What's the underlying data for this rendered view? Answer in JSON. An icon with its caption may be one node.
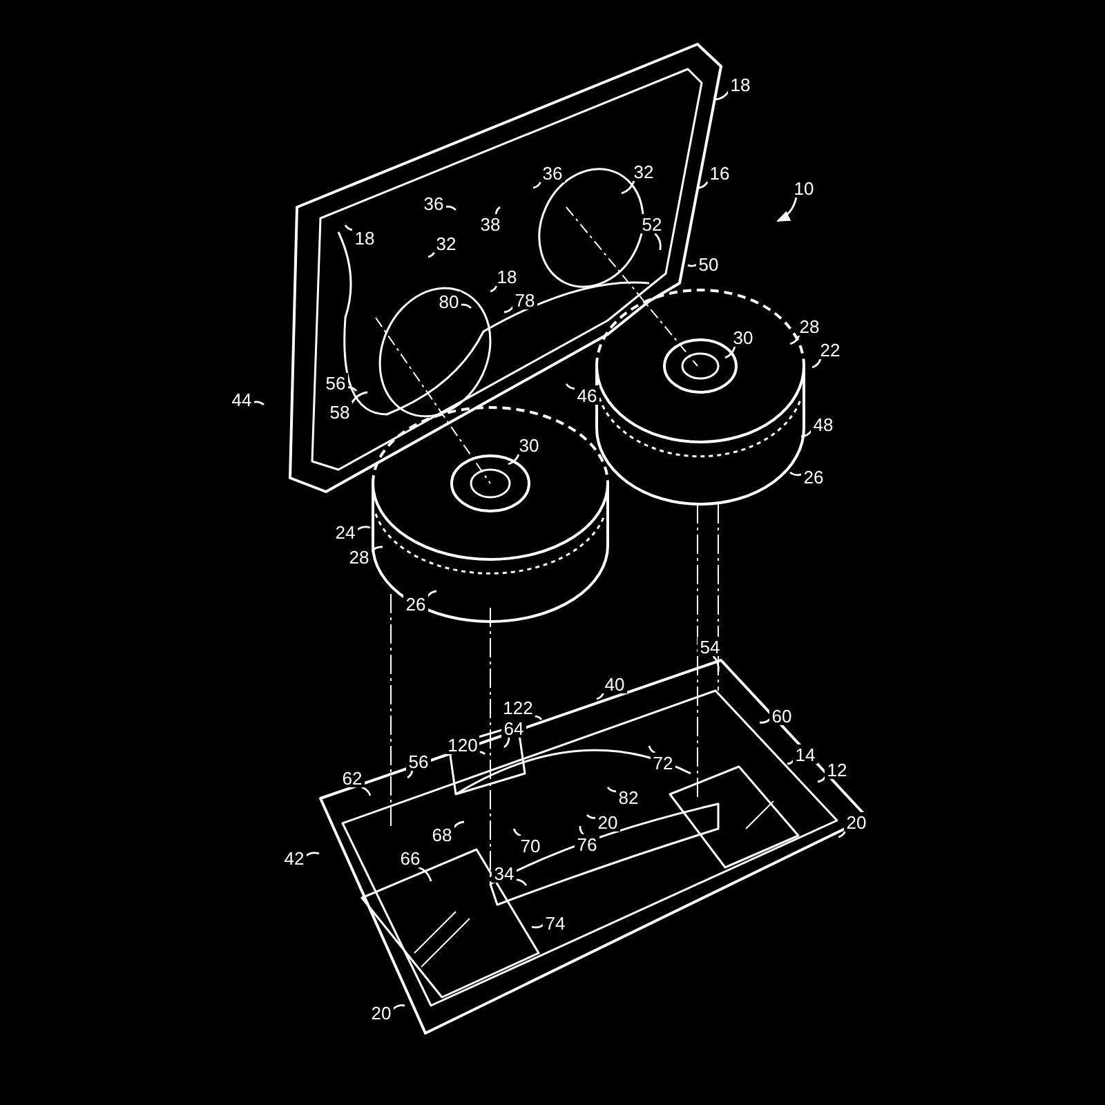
{
  "diagram": {
    "nodes": [
      {
        "text": [
          "18"
        ]
      },
      {
        "text": [
          "36"
        ]
      },
      {
        "text": [
          "32"
        ]
      },
      {
        "text": [
          "16"
        ]
      },
      {
        "text": [
          "10"
        ]
      },
      {
        "text": [
          "36"
        ]
      },
      {
        "text": [
          "38"
        ]
      },
      {
        "text": [
          "18"
        ]
      },
      {
        "text": [
          "32"
        ]
      },
      {
        "text": [
          "52"
        ]
      },
      {
        "text": [
          "18"
        ]
      },
      {
        "text": [
          "80"
        ]
      },
      {
        "text": [
          "78"
        ]
      },
      {
        "text": [
          "50"
        ]
      },
      {
        "text": [
          "28"
        ]
      },
      {
        "text": [
          "30"
        ]
      },
      {
        "text": [
          "22"
        ]
      },
      {
        "text": [
          "56"
        ]
      },
      {
        "text": [
          "44"
        ]
      },
      {
        "text": [
          "46"
        ]
      },
      {
        "text": [
          "58"
        ]
      },
      {
        "text": [
          "48"
        ]
      },
      {
        "text": [
          "30"
        ]
      },
      {
        "text": [
          "24"
        ]
      },
      {
        "text": [
          "28"
        ]
      },
      {
        "text": [
          "26"
        ]
      },
      {
        "text": [
          "26"
        ]
      },
      {
        "text": [
          "54"
        ]
      },
      {
        "text": [
          "40"
        ]
      },
      {
        "text": [
          "122"
        ]
      },
      {
        "text": [
          "64"
        ]
      },
      {
        "text": [
          "60"
        ]
      },
      {
        "text": [
          "120"
        ]
      },
      {
        "text": [
          "56"
        ]
      },
      {
        "text": [
          "72"
        ]
      },
      {
        "text": [
          "14"
        ]
      },
      {
        "text": [
          "62"
        ]
      },
      {
        "text": [
          "12"
        ]
      },
      {
        "text": [
          "82"
        ]
      },
      {
        "text": [
          "68"
        ]
      },
      {
        "text": [
          "20"
        ]
      },
      {
        "text": [
          "76"
        ]
      },
      {
        "text": [
          "70"
        ]
      },
      {
        "text": [
          "20"
        ]
      },
      {
        "text": [
          "42"
        ]
      },
      {
        "text": [
          "66"
        ]
      },
      {
        "text": [
          "34"
        ]
      },
      {
        "text": [
          "74"
        ]
      },
      {
        "text": [
          "20"
        ]
      }
    ],
    "edges": [
      {
        "from": 0,
        "to": null,
        "arrow": "none"
      },
      {
        "from": 1,
        "to": null,
        "arrow": "none"
      },
      {
        "from": 2,
        "to": null,
        "arrow": "none"
      },
      {
        "from": 3,
        "to": null,
        "arrow": "none"
      },
      {
        "from": 4,
        "to": null,
        "arrow": "to"
      },
      {
        "from": 5,
        "to": null,
        "arrow": "none"
      },
      {
        "from": 6,
        "to": null,
        "arrow": "none"
      },
      {
        "from": 7,
        "to": null,
        "arrow": "none"
      },
      {
        "from": 8,
        "to": null,
        "arrow": "none"
      },
      {
        "from": 9,
        "to": null,
        "arrow": "none"
      },
      {
        "from": 10,
        "to": null,
        "arrow": "none"
      },
      {
        "from": 11,
        "to": null,
        "arrow": "none"
      },
      {
        "from": 12,
        "to": null,
        "arrow": "none"
      },
      {
        "from": 13,
        "to": null,
        "arrow": "none"
      },
      {
        "from": 14,
        "to": null,
        "arrow": "none"
      },
      {
        "from": 15,
        "to": null,
        "arrow": "none"
      },
      {
        "from": 16,
        "to": null,
        "arrow": "none"
      },
      {
        "from": 17,
        "to": null,
        "arrow": "none"
      },
      {
        "from": 18,
        "to": null,
        "arrow": "none"
      },
      {
        "from": 19,
        "to": null,
        "arrow": "none"
      },
      {
        "from": 20,
        "to": null,
        "arrow": "none"
      },
      {
        "from": 21,
        "to": null,
        "arrow": "none"
      },
      {
        "from": 22,
        "to": null,
        "arrow": "none"
      },
      {
        "from": 23,
        "to": null,
        "arrow": "none"
      },
      {
        "from": 24,
        "to": null,
        "arrow": "none"
      },
      {
        "from": 25,
        "to": null,
        "arrow": "none"
      },
      {
        "from": 26,
        "to": null,
        "arrow": "none"
      },
      {
        "from": 27,
        "to": null,
        "arrow": "none"
      },
      {
        "from": 28,
        "to": null,
        "arrow": "none"
      },
      {
        "from": 29,
        "to": null,
        "arrow": "none"
      },
      {
        "from": 30,
        "to": null,
        "arrow": "none"
      },
      {
        "from": 31,
        "to": null,
        "arrow": "none"
      },
      {
        "from": 32,
        "to": null,
        "arrow": "none"
      },
      {
        "from": 33,
        "to": null,
        "arrow": "none"
      },
      {
        "from": 34,
        "to": null,
        "arrow": "none"
      },
      {
        "from": 35,
        "to": null,
        "arrow": "none"
      },
      {
        "from": 36,
        "to": null,
        "arrow": "none"
      },
      {
        "from": 37,
        "to": null,
        "arrow": "none"
      },
      {
        "from": 38,
        "to": null,
        "arrow": "none"
      },
      {
        "from": 39,
        "to": null,
        "arrow": "none"
      },
      {
        "from": 40,
        "to": null,
        "arrow": "none"
      },
      {
        "from": 41,
        "to": null,
        "arrow": "none"
      },
      {
        "from": 42,
        "to": null,
        "arrow": "none"
      },
      {
        "from": 43,
        "to": null,
        "arrow": "none"
      },
      {
        "from": 44,
        "to": null,
        "arrow": "none"
      },
      {
        "from": 45,
        "to": null,
        "arrow": "none"
      },
      {
        "from": 46,
        "to": null,
        "arrow": "none"
      },
      {
        "from": 47,
        "to": null,
        "arrow": "none"
      },
      {
        "from": 48,
        "to": null,
        "arrow": "none"
      }
    ]
  }
}
